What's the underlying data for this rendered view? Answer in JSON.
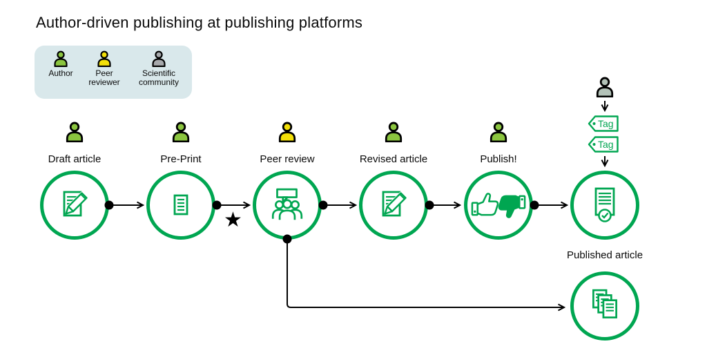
{
  "title": "Author-driven publishing at publishing platforms",
  "colors": {
    "green": "#00a651",
    "author_green": "#8bc53f",
    "reviewer_yellow": "#f3e008",
    "community_gray": "#a7a9ac",
    "column_gray": "#b3c2b8",
    "legend_bg": "#d9e8eb"
  },
  "legend": {
    "items": [
      {
        "label": "Author",
        "icon": "author-person-icon"
      },
      {
        "label": "Peer reviewer",
        "icon": "peer-reviewer-person-icon"
      },
      {
        "label": "Scientific community",
        "icon": "community-person-icon"
      }
    ]
  },
  "flow": {
    "nodes": [
      {
        "label": "Draft article",
        "actor_icon": "author-icon",
        "icon": "edit-document-icon"
      },
      {
        "label": "Pre-Print",
        "actor_icon": "author-icon",
        "icon": "document-icon"
      },
      {
        "label": "Peer review",
        "actor_icon": "peer-reviewer-icon",
        "icon": "discussion-group-icon"
      },
      {
        "label": "Revised article",
        "actor_icon": "author-icon",
        "icon": "edit-document-icon"
      },
      {
        "label": "Publish!",
        "actor_icon": "author-icon",
        "icon": "thumbs-up-down-icon"
      }
    ]
  },
  "final": {
    "label": "Published article",
    "tags": [
      "Tag",
      "Tag"
    ],
    "top_circle_icon": "certified-document-icon",
    "bottom_circle_icon": "stacked-documents-icon",
    "column_actor_icon": "community-person-icon"
  },
  "star_symbol": "★"
}
